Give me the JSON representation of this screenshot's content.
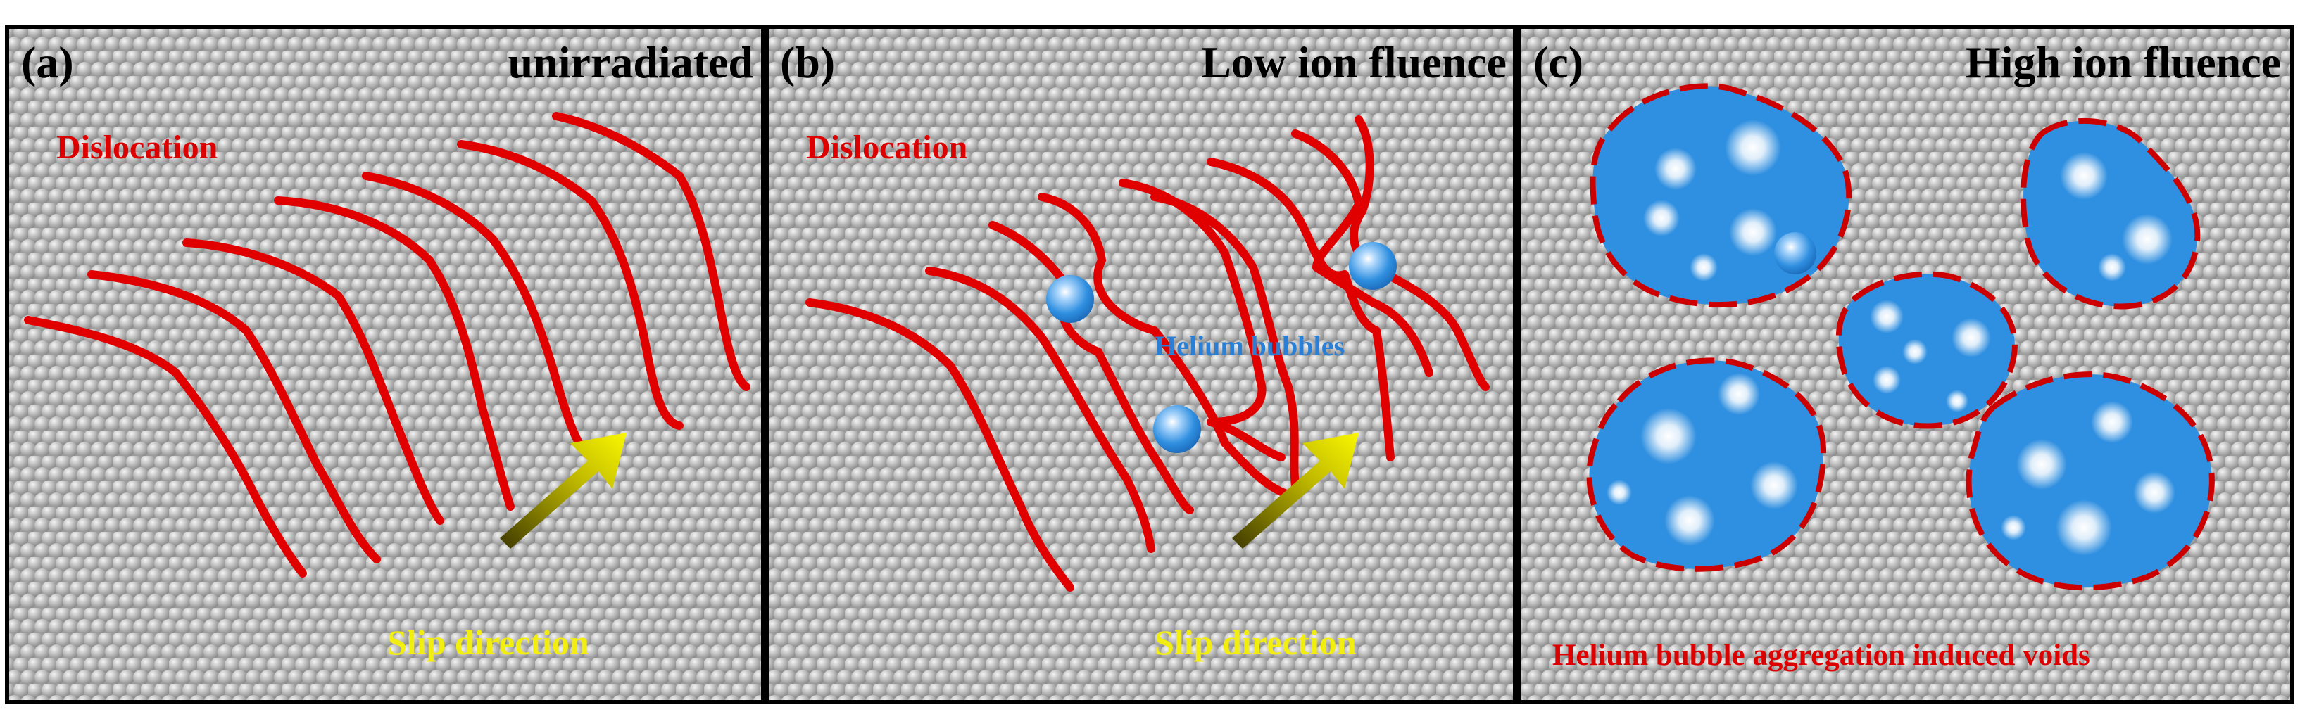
{
  "panels": [
    {
      "letter": "(a)",
      "title": "unirradiated",
      "dislocation_label": "Dislocation",
      "slip_label": "Slip direction"
    },
    {
      "letter": "(b)",
      "title": "Low ion fluence",
      "dislocation_label": "Dislocation",
      "helium_label": "Helium bubbles",
      "slip_label": "Slip direction"
    },
    {
      "letter": "(c)",
      "title": "High ion fluence",
      "void_label": "Helium bubble aggregation induced voids"
    }
  ],
  "colors": {
    "atom": "#b9b9b9",
    "atom_highlight": "#ececec",
    "background": "#9a9a9a",
    "dislocation": "#e00000",
    "bubble": "#2f8fe0",
    "arrow_head": "#f6f300",
    "arrow_tail": "#4a4400",
    "slip_text": "#f2ee10",
    "helium_text": "#2a7fd4",
    "label_red": "#dd0000",
    "border": "#000000"
  }
}
